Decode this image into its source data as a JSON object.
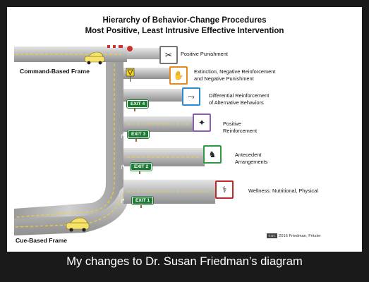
{
  "title_line1": "Hierarchy of Behavior-Change Procedures",
  "title_line2": "Most Positive, Least Intrusive Effective Intervention",
  "frames": {
    "command": "Command-Based Frame",
    "cue": "Cue-Based Frame"
  },
  "procedures": [
    {
      "label": "Positive Punishment",
      "icon": "dogs-fighting-icon",
      "glyph": "✂",
      "color": "#666666"
    },
    {
      "label": "Extinction, Negative Reinforcement\nand Negative Punishment",
      "icon": "hand-reaching-icon",
      "glyph": "✋",
      "color": "#e58a1f"
    },
    {
      "label": "Differential Reinforcement\nof Alternative Behaviors",
      "icon": "branching-arrows-icon",
      "glyph": "⤳",
      "color": "#2a8bd0"
    },
    {
      "label": "Positive\nReinforcement",
      "icon": "treat-hand-icon",
      "glyph": "✦",
      "color": "#8a5cb8"
    },
    {
      "label": "Antecedent\nArrangements",
      "icon": "stage-curtain-icon",
      "glyph": "♞",
      "color": "#2f9a40"
    },
    {
      "label": "Wellness: Nutritional, Physical",
      "icon": "caduceus-icon",
      "glyph": "⚕",
      "color": "#c0282a"
    }
  ],
  "exits": [
    "EXIT 4",
    "EXIT 3",
    "EXIT 2",
    "EXIT 1"
  ],
  "license_badge": "© BY-NC-ND",
  "credit": "2016 Friedman, Fritzler",
  "caption": "My changes to Dr. Susan Friedman’s diagram"
}
